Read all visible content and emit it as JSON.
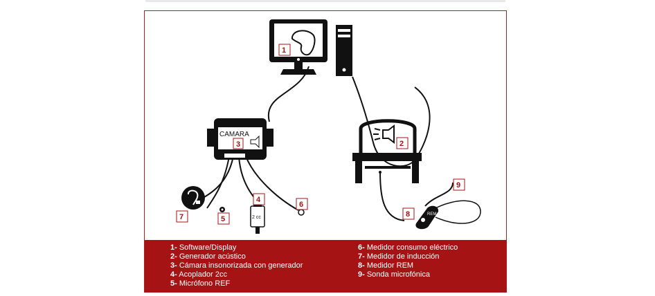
{
  "diagram": {
    "labels": {
      "n1": "1",
      "n2": "2",
      "n3": "3",
      "n4": "4",
      "n5": "5",
      "n6": "6",
      "n7": "7",
      "n8": "8",
      "n9": "9",
      "camera_text": "CAMARA",
      "coupler_text": "2 cc",
      "rem_text": "REM"
    }
  },
  "legend": {
    "left": [
      {
        "num": "1-",
        "text": "Software/Display"
      },
      {
        "num": "2-",
        "text": "Generador acústico"
      },
      {
        "num": "3-",
        "text": "Cámara insonorizada con generador"
      },
      {
        "num": "4-",
        "text": "Acoplador 2cc"
      },
      {
        "num": "5-",
        "text": "Micrófono REF"
      }
    ],
    "right": [
      {
        "num": "6-",
        "text": "Medidor consumo eléctrico"
      },
      {
        "num": "7-",
        "text": "Medidor de inducción"
      },
      {
        "num": "8-",
        "text": "Medidor REM"
      },
      {
        "num": "9-",
        "text": "Sonda microfónica"
      }
    ]
  },
  "colors": {
    "accent": "#a51315",
    "frame": "#b41c1c"
  }
}
